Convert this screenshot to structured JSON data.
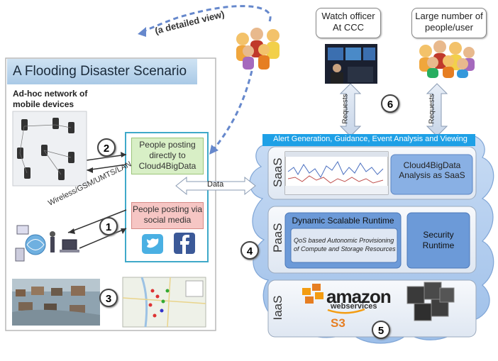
{
  "diagram": {
    "scenario_title": "A Flooding Disaster Scenario",
    "detailed_view_label": "(a detailed view)",
    "adhoc_label": "Ad-hoc network of mobile devices",
    "people_posting_direct": "People posting directly to Cloud4BigData",
    "people_posting_social": "People posting via social media",
    "wireless_label": "Wireless/GSM/UMTS/LAN",
    "data_label": "Data",
    "watch_officer": "Watch officer At CCC",
    "large_number": "Large number of people/user",
    "requests_label": "Requests",
    "alert_bar": "Alert Generation, Guidance, Event Analysis and Viewing",
    "saas_label": "SaaS",
    "saas_box": "Cloud4BigData Analysis as SaaS",
    "paas_label": "PaaS",
    "dynamic_runtime": "Dynamic Scalable Runtime",
    "qos_text": "QoS based  Autonomic Provisioning of Compute and Storage Resources",
    "security_runtime": "Security Runtime",
    "iaas_label": "IaaS",
    "amazon_text": "amazon",
    "webservices_text": "webservices",
    "s3_text": "S3",
    "numbers": [
      "1",
      "2",
      "3",
      "4",
      "5",
      "6"
    ],
    "colors": {
      "cloud": "#a9c9ee",
      "alert_bar": "#1ea0e6",
      "saas_box": "#7fa9e0",
      "runtime_box": "#5b8fd4",
      "dashed_arrow": "#6688cc"
    }
  }
}
